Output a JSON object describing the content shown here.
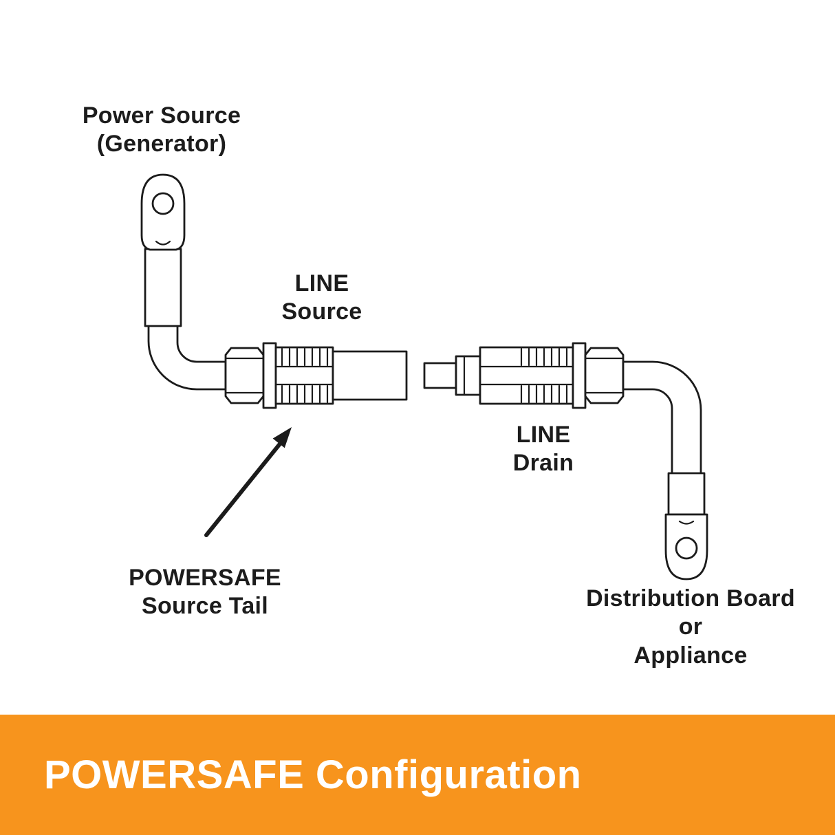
{
  "banner": {
    "title": "POWERSAFE Configuration",
    "background": "#F7941D",
    "text_color": "#FFFFFF"
  },
  "labels": {
    "power_source": [
      "Power Source",
      "(Generator)"
    ],
    "line_source": [
      "LINE",
      "Source"
    ],
    "line_drain": [
      "LINE",
      "Drain"
    ],
    "source_tail": [
      "POWERSAFE",
      "Source Tail"
    ],
    "distribution": [
      "Distribution Board",
      "or",
      "Appliance"
    ]
  },
  "diagram": {
    "stroke_color": "#1b1b1b",
    "parts": [
      "source-lug",
      "source-cable",
      "line-source-connector",
      "line-drain-connector",
      "drain-cable",
      "drain-lug",
      "pointer-arrow"
    ]
  }
}
